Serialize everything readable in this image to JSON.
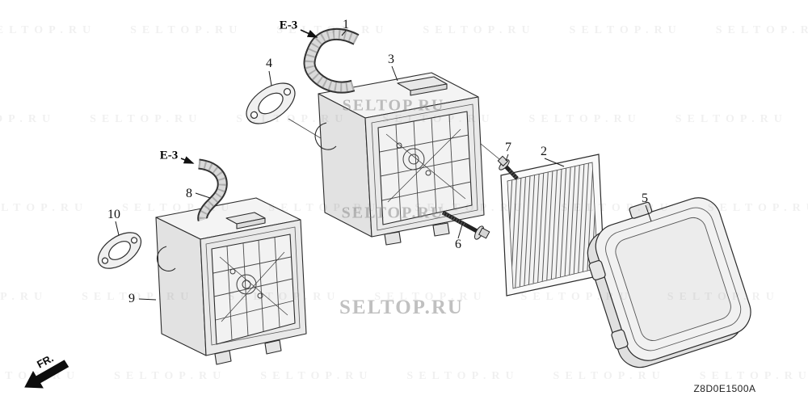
{
  "diagram": {
    "code": "Z8D0E1500A",
    "fr_label": "FR.",
    "watermark_text": "SELTOP.RU",
    "e3_refs": [
      "E-3",
      "E-3"
    ],
    "part_numbers": [
      "1",
      "2",
      "3",
      "4",
      "5",
      "6",
      "7",
      "8",
      "9",
      "10"
    ]
  }
}
